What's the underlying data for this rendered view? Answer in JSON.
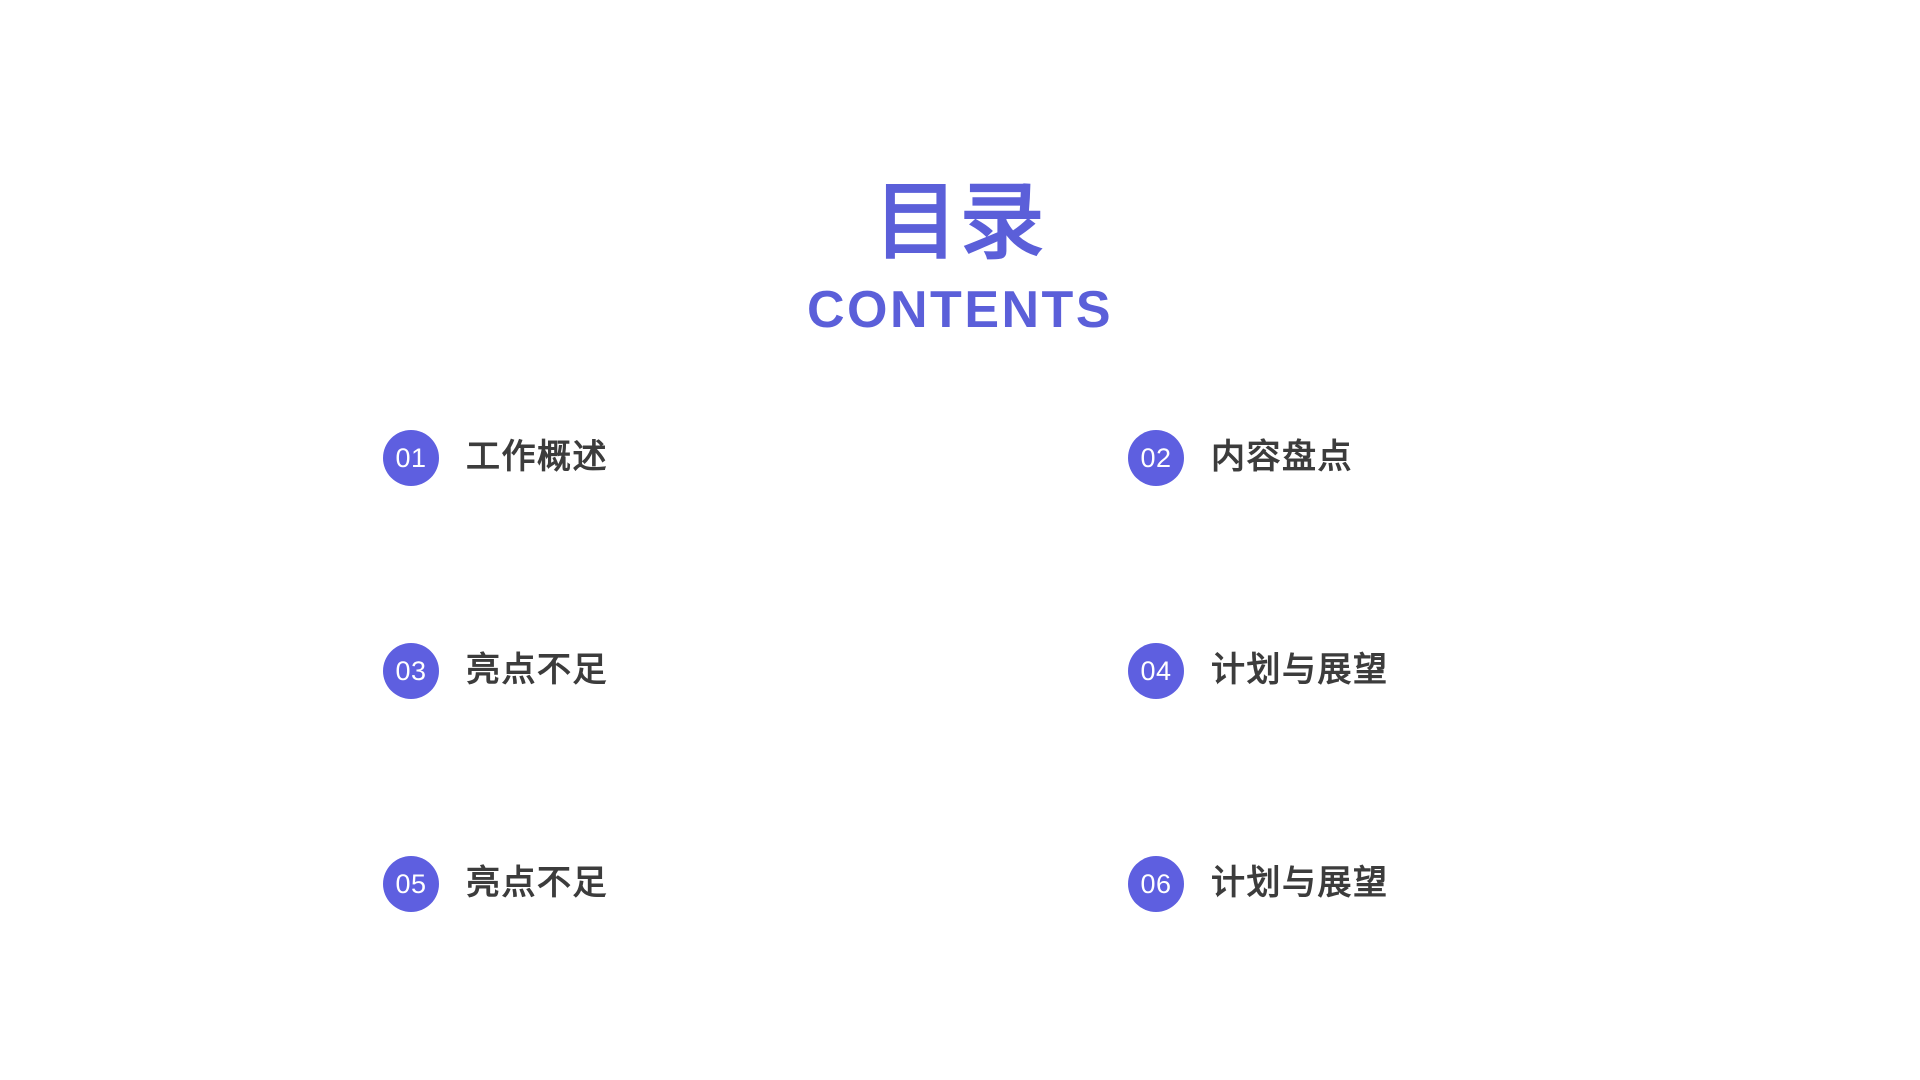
{
  "slide": {
    "background_color": "#FFFFFF",
    "accent_color": "#5B5FD9",
    "badge_color": "#5E5FE0",
    "label_color": "#3C3C3C",
    "header": {
      "title_cn": "目录",
      "title_en": "CONTENTS"
    },
    "items": [
      {
        "number": "01",
        "label": "工作概述",
        "column": "left",
        "row": 1
      },
      {
        "number": "02",
        "label": "内容盘点",
        "column": "right",
        "row": 1
      },
      {
        "number": "03",
        "label": "亮点不足",
        "column": "left",
        "row": 2
      },
      {
        "number": "04",
        "label": "计划与展望",
        "column": "right",
        "row": 2
      },
      {
        "number": "05",
        "label": "亮点不足",
        "column": "left",
        "row": 3
      },
      {
        "number": "06",
        "label": "计划与展望",
        "column": "right",
        "row": 3
      }
    ]
  }
}
